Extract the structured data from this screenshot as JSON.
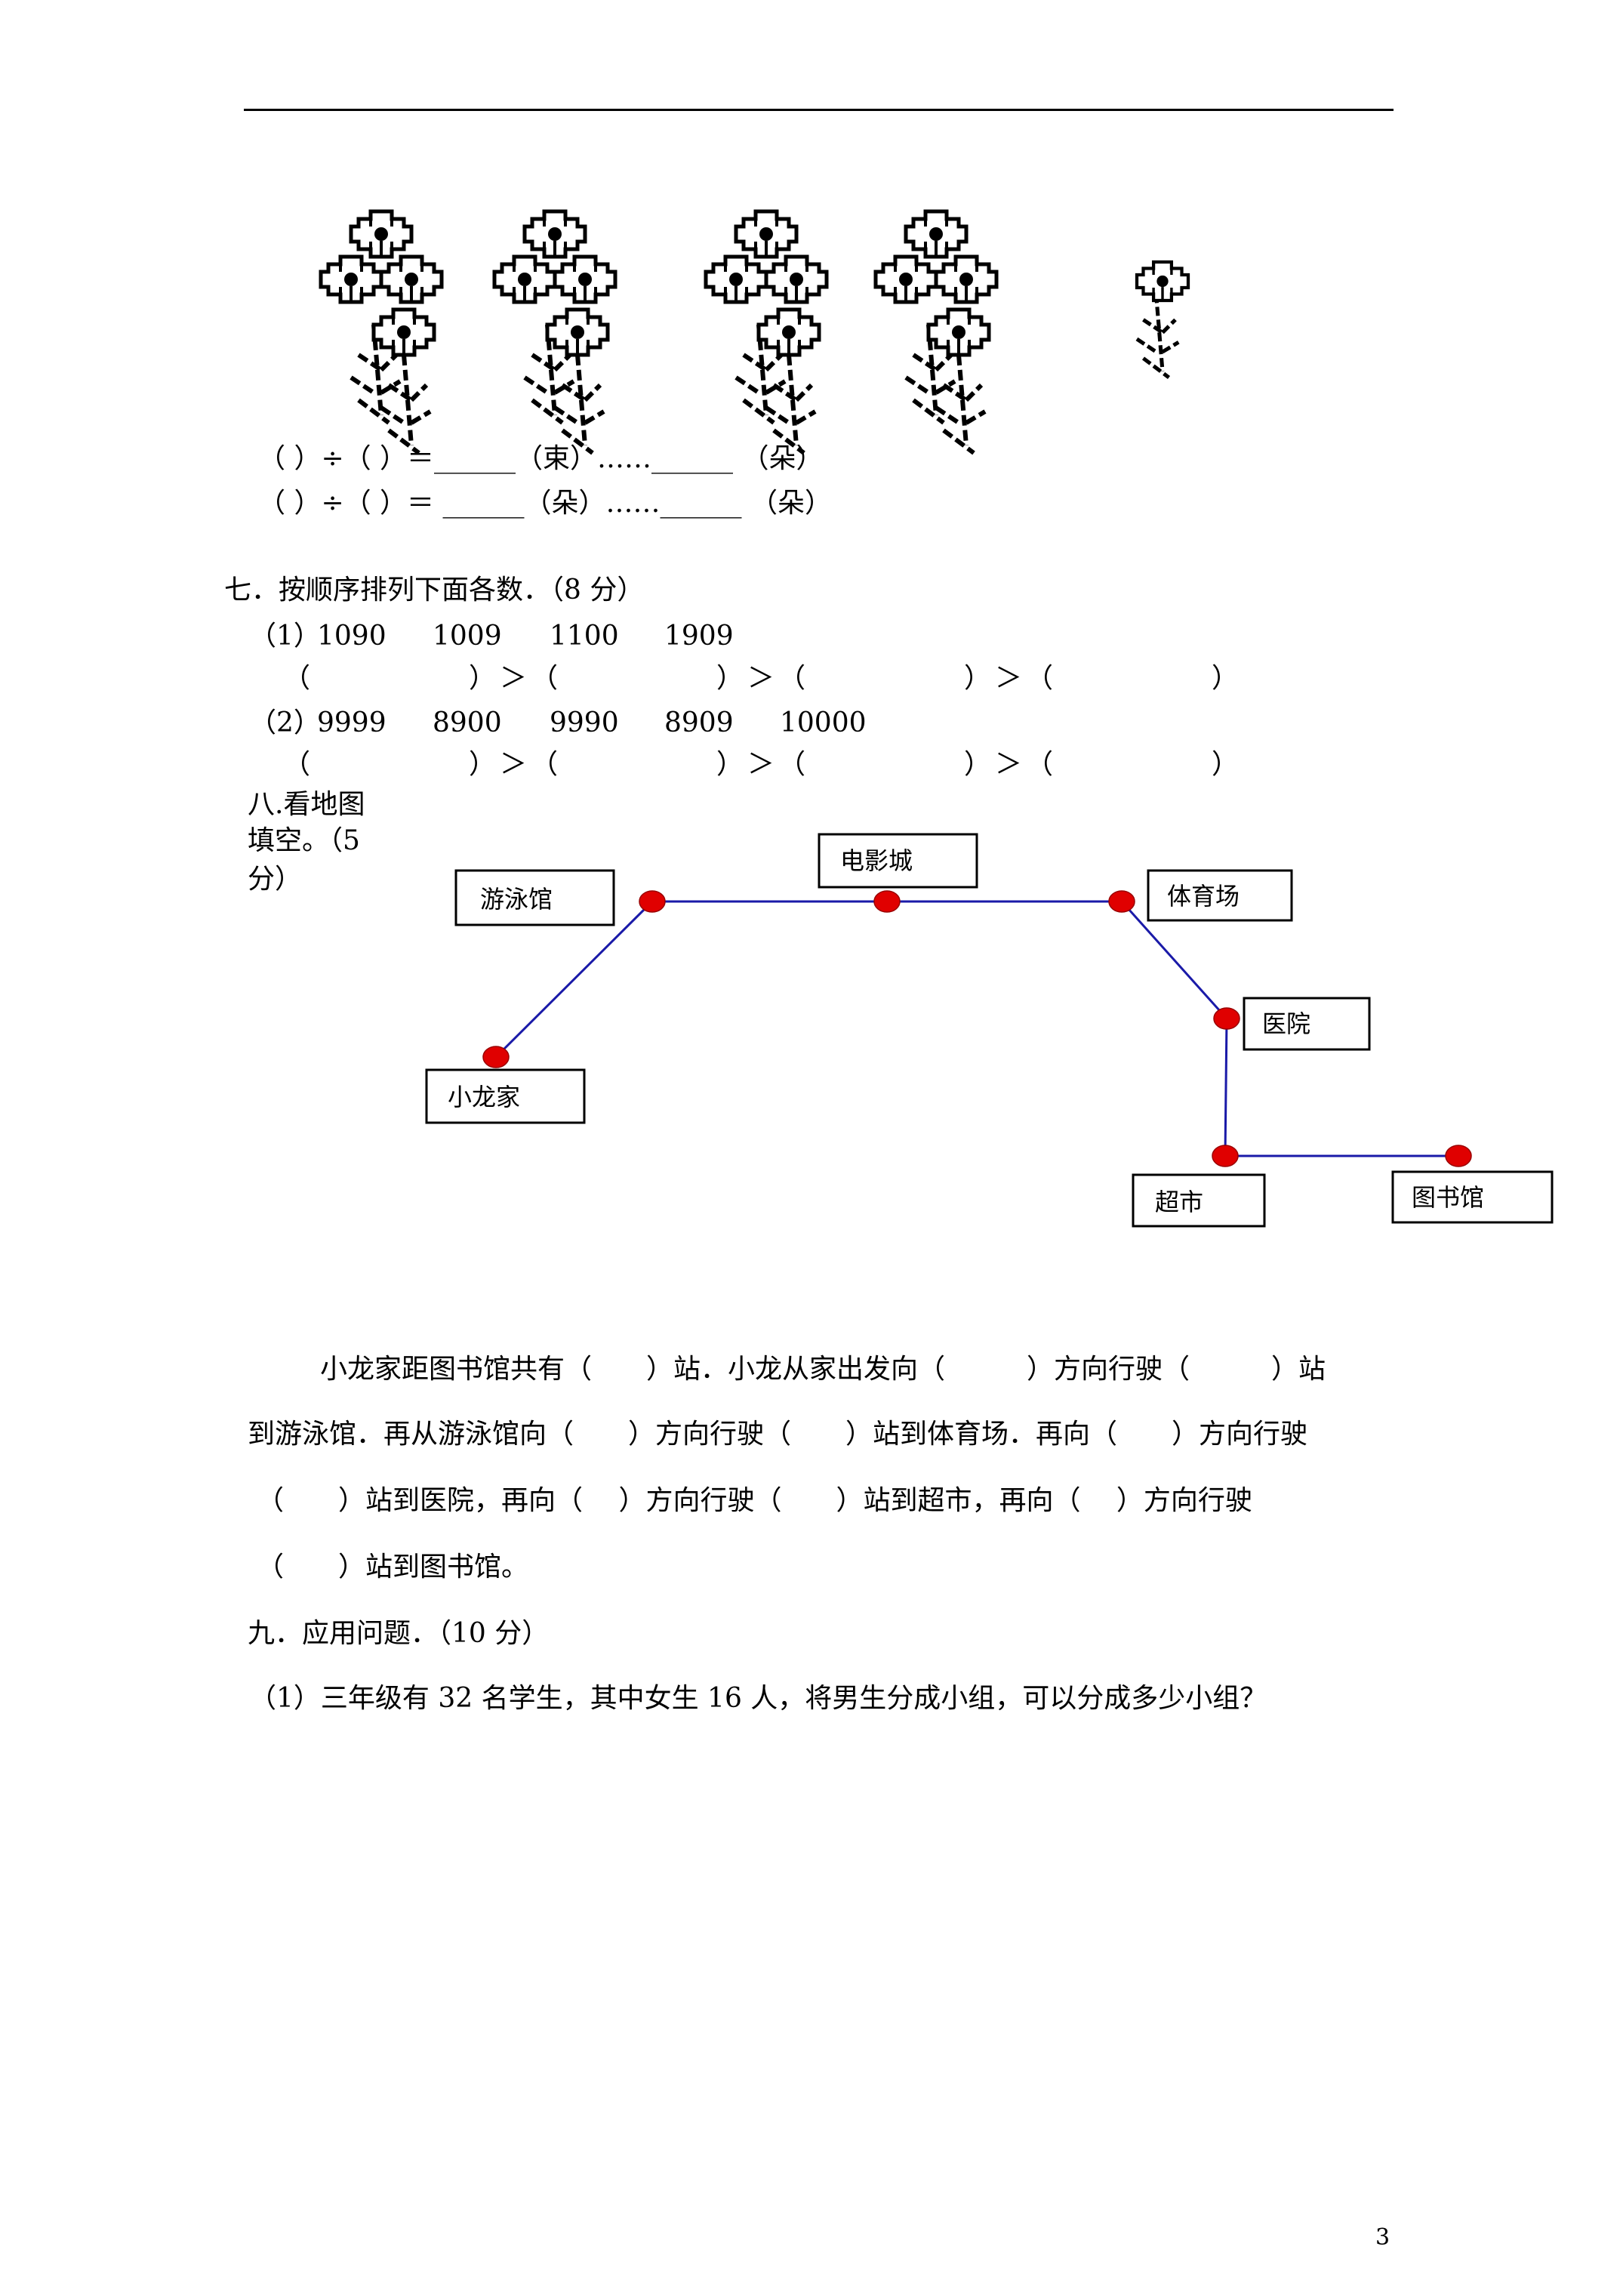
{
  "flowers": {
    "bunches": [
      4,
      4,
      4,
      4,
      1
    ]
  },
  "division": {
    "line1": "（ ）÷（ ）＝______（束）……______ （朵）",
    "line2": "（ ）÷（ ）＝ ______（朵）……______ （朵）"
  },
  "q7": {
    "title": "七．按顺序排列下面各数．（8 分）",
    "part1": {
      "label": "（1）",
      "numbers": [
        "1090",
        "1009",
        "1100",
        "1909"
      ]
    },
    "part2": {
      "label": "（2）",
      "numbers": [
        "9999",
        "8900",
        "9990",
        "8909",
        "10000"
      ]
    },
    "blank_row": "（　　　　　）＞（　　　　　）＞（　　　　　）＞（　　　　　）"
  },
  "q8": {
    "title_lines": [
      "八.看地图",
      "填空。（5",
      "分）"
    ],
    "map": {
      "line_color": "#1a1aa8",
      "dot_color": "#e00000",
      "places": [
        "游泳馆",
        "电影城",
        "体育场",
        "医院",
        "小龙家",
        "超市",
        "图书馆"
      ]
    },
    "paragraph": [
      "小龙家距图书馆共有（　　）站．小龙从家出发向（　　　）方向行驶（　　　）站",
      "到游泳馆．再从游泳馆向（　　）方向行驶（　　）站到体育场．再向（　　）方向行驶",
      "（　　）站到医院，再向（　 ）方向行驶（　　）站到超市，再向（　 ）方向行驶",
      "（　　）站到图书馆。"
    ]
  },
  "q9": {
    "title": "九．应用问题．（10 分）",
    "problem1": "（1）三年级有 32 名学生，其中女生 16 人，将男生分成小组，可以分成多少小组？"
  },
  "page_number": "3"
}
